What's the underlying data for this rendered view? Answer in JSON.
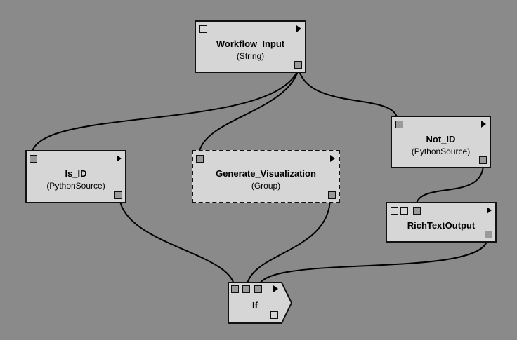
{
  "nodes": {
    "workflow_input": {
      "title": "Workflow_Input",
      "subtitle": "(String)"
    },
    "is_id": {
      "title": "Is_ID",
      "subtitle": "(PythonSource)"
    },
    "generate_visualization": {
      "title": "Generate_Visualization",
      "subtitle": "(Group)"
    },
    "not_id": {
      "title": "Not_ID",
      "subtitle": "(PythonSource)"
    },
    "rich_text_output": {
      "title": "RichTextOutput"
    },
    "if_node": {
      "title": "If"
    }
  },
  "colors": {
    "canvas": "#8a8a8a",
    "node_fill": "#d6d6d6",
    "port_fill": "#9a9a9a",
    "stroke": "#111111"
  }
}
